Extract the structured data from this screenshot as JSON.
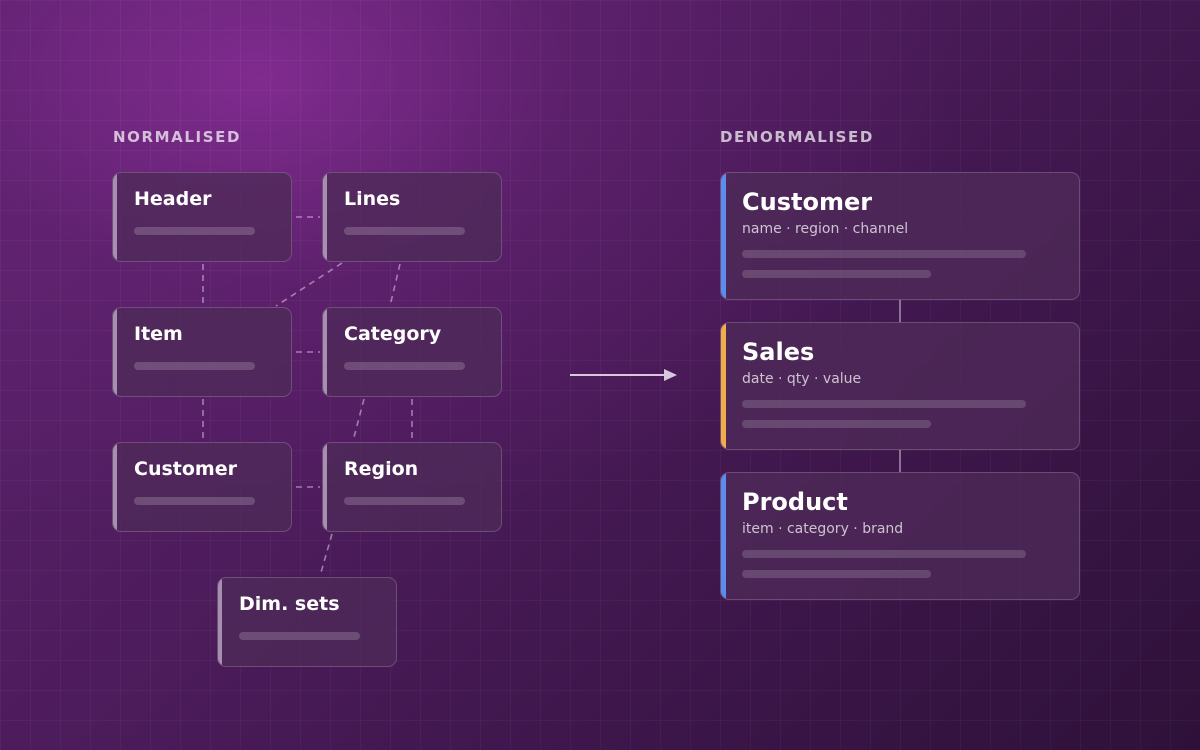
{
  "normalised": {
    "label": "NORMALISED",
    "tables": [
      {
        "id": "header",
        "title": "Header"
      },
      {
        "id": "lines",
        "title": "Lines"
      },
      {
        "id": "item",
        "title": "Item"
      },
      {
        "id": "category",
        "title": "Category"
      },
      {
        "id": "customer",
        "title": "Customer"
      },
      {
        "id": "region",
        "title": "Region"
      },
      {
        "id": "dimsets",
        "title": "Dim. sets"
      }
    ]
  },
  "denormalised": {
    "label": "DENORMALISED",
    "tables": [
      {
        "id": "customer",
        "title": "Customer",
        "fields": "name · region · channel",
        "accent": "#5b8cf0"
      },
      {
        "id": "sales",
        "title": "Sales",
        "fields": "date · qty · value",
        "accent": "#f0ad4a"
      },
      {
        "id": "product",
        "title": "Product",
        "fields": "item · category · brand",
        "accent": "#5b8cf0"
      }
    ]
  },
  "colors": {
    "normalised_accent": "#a78fb0",
    "arrow": "#d9c7e0"
  }
}
